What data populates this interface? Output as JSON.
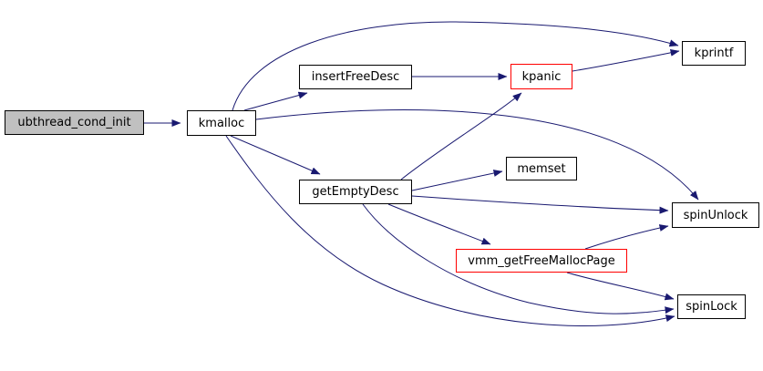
{
  "diagram": {
    "type": "call-graph",
    "background": "#ffffff"
  },
  "colors": {
    "edge": "#191970",
    "node_border": "#000000",
    "highlight_border": "#ff0000",
    "start_node_fill": "#c0c0c0",
    "node_fill": "#ffffff",
    "text": "#000000"
  },
  "nodes": {
    "ubthread_cond_init": {
      "label": "ubthread_cond_init",
      "fill": "#c0c0c0",
      "border": "#000000"
    },
    "kmalloc": {
      "label": "kmalloc",
      "fill": "#ffffff",
      "border": "#000000"
    },
    "insertFreeDesc": {
      "label": "insertFreeDesc",
      "fill": "#ffffff",
      "border": "#000000"
    },
    "kpanic": {
      "label": "kpanic",
      "fill": "#ffffff",
      "border": "#ff0000"
    },
    "kprintf": {
      "label": "kprintf",
      "fill": "#ffffff",
      "border": "#000000"
    },
    "getEmptyDesc": {
      "label": "getEmptyDesc",
      "fill": "#ffffff",
      "border": "#000000"
    },
    "memset": {
      "label": "memset",
      "fill": "#ffffff",
      "border": "#000000"
    },
    "spinUnlock": {
      "label": "spinUnlock",
      "fill": "#ffffff",
      "border": "#000000"
    },
    "vmm_getFreeMallocPage": {
      "label": "vmm_getFreeMallocPage",
      "fill": "#ffffff",
      "border": "#ff0000"
    },
    "spinLock": {
      "label": "spinLock",
      "fill": "#ffffff",
      "border": "#000000"
    }
  },
  "edges": [
    {
      "from": "ubthread_cond_init",
      "to": "kmalloc"
    },
    {
      "from": "kmalloc",
      "to": "insertFreeDesc"
    },
    {
      "from": "kmalloc",
      "to": "kprintf"
    },
    {
      "from": "kmalloc",
      "to": "getEmptyDesc"
    },
    {
      "from": "kmalloc",
      "to": "spinUnlock"
    },
    {
      "from": "kmalloc",
      "to": "spinLock"
    },
    {
      "from": "insertFreeDesc",
      "to": "kpanic"
    },
    {
      "from": "kpanic",
      "to": "kprintf"
    },
    {
      "from": "getEmptyDesc",
      "to": "kpanic"
    },
    {
      "from": "getEmptyDesc",
      "to": "memset"
    },
    {
      "from": "getEmptyDesc",
      "to": "spinUnlock"
    },
    {
      "from": "getEmptyDesc",
      "to": "vmm_getFreeMallocPage"
    },
    {
      "from": "getEmptyDesc",
      "to": "spinLock"
    },
    {
      "from": "vmm_getFreeMallocPage",
      "to": "spinUnlock"
    },
    {
      "from": "vmm_getFreeMallocPage",
      "to": "spinLock"
    }
  ]
}
